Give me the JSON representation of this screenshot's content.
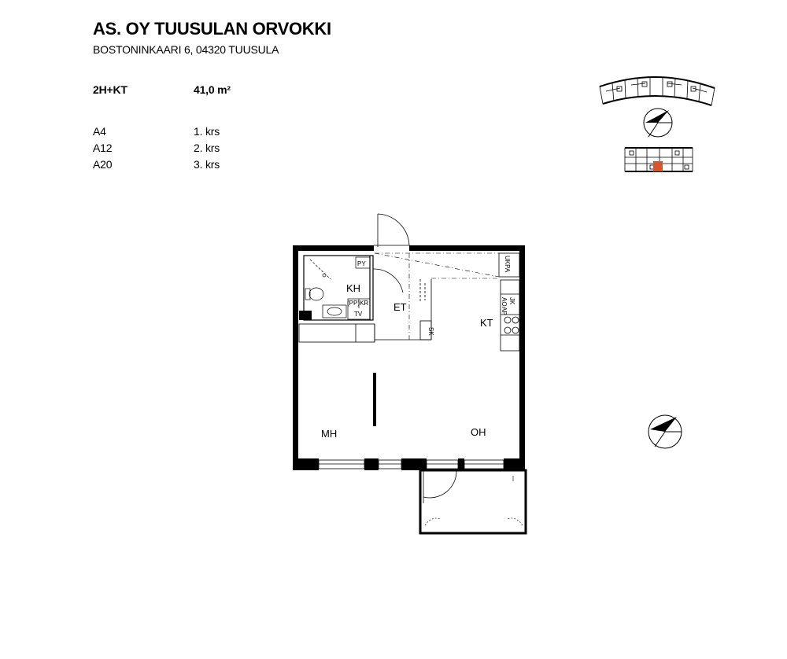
{
  "header": {
    "title": "AS. OY TUUSULAN ORVOKKI",
    "address": "BOSTONINKAARI 6, 04320 TUUSULA"
  },
  "apartment": {
    "type": "2H+KT",
    "area": "41,0 m²",
    "units": [
      {
        "id": "A4",
        "floor": "1. krs"
      },
      {
        "id": "A12",
        "floor": "2. krs"
      },
      {
        "id": "A20",
        "floor": "3. krs"
      }
    ]
  },
  "plan": {
    "rooms": {
      "kh": "KH",
      "et": "ET",
      "kt": "KT",
      "mh": "MH",
      "oh": "OH"
    },
    "fixtures": {
      "py": "PY",
      "pp_kr": "(PP)KR",
      "tv": "TV",
      "sk": "SK",
      "ukpa": "UKPA",
      "ao": "AO",
      "jk": "JK",
      "ap": "AP"
    }
  },
  "colors": {
    "highlight": "#d9532c",
    "wall": "#000000"
  }
}
